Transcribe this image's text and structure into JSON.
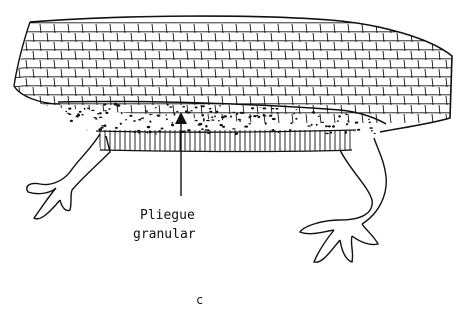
{
  "figure": {
    "label_line1": "Pliegue",
    "label_line2": "granular",
    "panel_letter": "c",
    "ink_color": "#111111"
  }
}
